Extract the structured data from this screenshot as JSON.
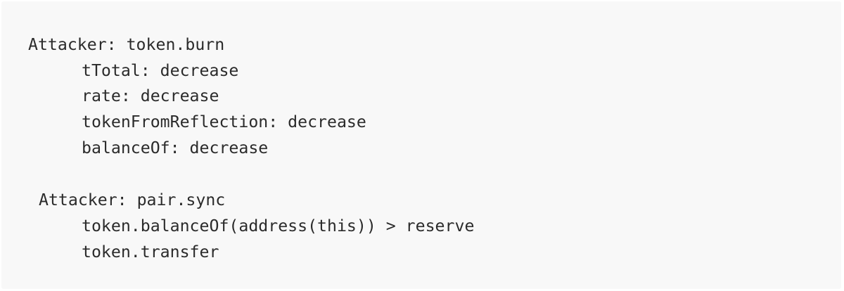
{
  "code": {
    "lines": [
      "Attacker: token.burn",
      "tTotal: decrease",
      "rate: decrease",
      "tokenFromReflection: decrease",
      "balanceOf: decrease",
      "Attacker: pair.sync",
      "token.balanceOf(address(this)) > reserve",
      "token.transfer"
    ]
  }
}
